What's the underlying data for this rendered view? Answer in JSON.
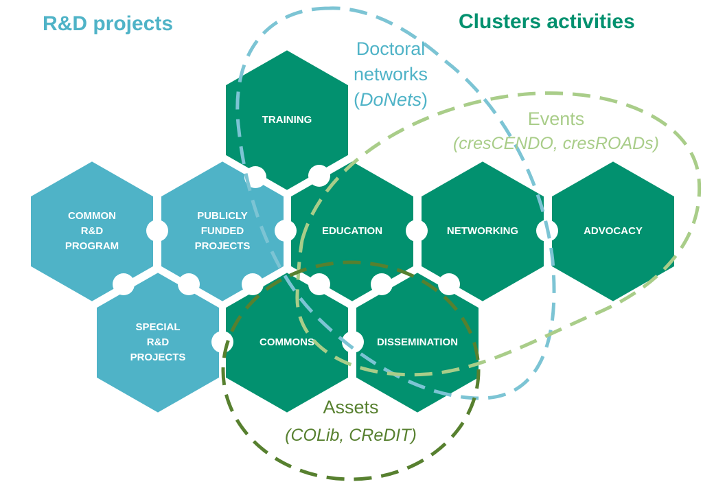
{
  "titles": {
    "rd_projects": "R&D projects",
    "clusters_activities": "Clusters activities"
  },
  "colors": {
    "rd_blue": "#4fb3c7",
    "cluster_green": "#02916f",
    "donets_blue": "#7cc4d4",
    "events_green": "#a9cd89",
    "assets_green": "#57802f"
  },
  "hexagons": {
    "training": [
      "TRAINING"
    ],
    "common_rd": [
      "COMMON",
      "R&D",
      "PROGRAM"
    ],
    "publicly_funded": [
      "PUBLICLY",
      "FUNDED",
      "PROJECTS"
    ],
    "education": [
      "EDUCATION"
    ],
    "networking": [
      "NETWORKING"
    ],
    "advocacy": [
      "ADVOCACY"
    ],
    "special_rd": [
      "SPECIAL",
      "R&D",
      "PROJECTS"
    ],
    "commons": [
      "COMMONS"
    ],
    "dissemination": [
      "DISSEMINATION"
    ]
  },
  "annotations": {
    "donets": {
      "line1": "Doctoral",
      "line2": "networks",
      "open": "(",
      "italic": "DoNets",
      "close": ")"
    },
    "events": {
      "line1": "Events",
      "sub": "(cresCENDO, cresROADs)"
    },
    "assets": {
      "line1": "Assets",
      "sub": "(COLib, CReDIT)"
    }
  }
}
